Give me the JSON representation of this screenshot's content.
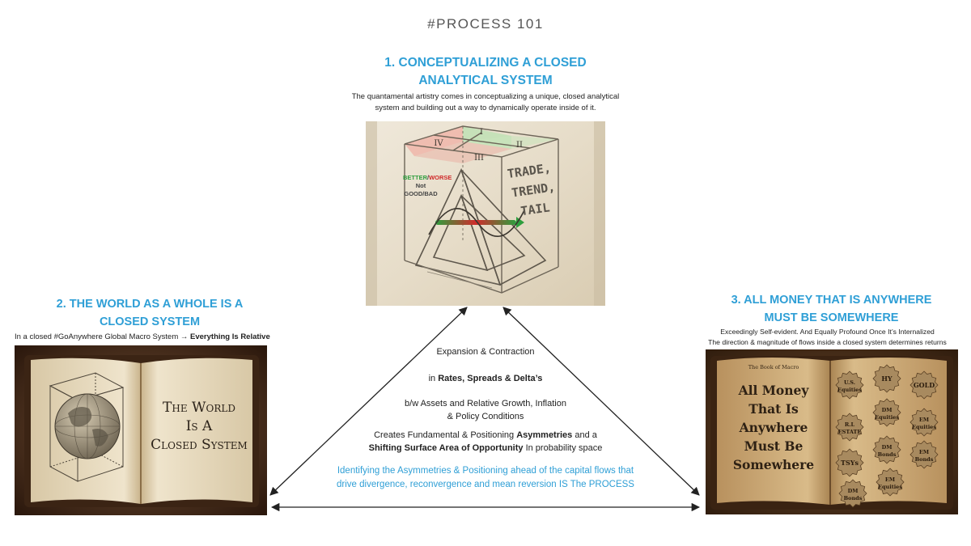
{
  "title": "#PROCESS 101",
  "section1": {
    "heading_line1": "1. CONCEPTUALIZING A CLOSED",
    "heading_line2": "ANALYTICAL SYSTEM",
    "desc_line1": "The quantamental artistry comes in conceptualizing a unique, closed analytical",
    "desc_line2": "system and building out a way to dynamically operate inside of it.",
    "image": {
      "numerals": [
        "I",
        "II",
        "III",
        "IV"
      ],
      "better": "BETTER",
      "slash": "/",
      "worse": "WORSE",
      "not": "Not",
      "goodbad": "GOOD/BAD",
      "side_line1": "TRADE,",
      "side_line2": "TREND,",
      "side_line3": "TAIL"
    }
  },
  "section2": {
    "heading_line1": "2. THE WORLD AS A WHOLE IS A",
    "heading_line2": "CLOSED SYSTEM",
    "desc_prefix": "In a closed #GoAnywhere Global Macro System → ",
    "desc_bold": "Everything Is Relative",
    "image": {
      "line1": "The World",
      "line2": "Is A",
      "line3": "Closed System"
    }
  },
  "section3": {
    "heading_line1": "3. ALL MONEY THAT IS ANYWHERE",
    "heading_line2": "MUST BE SOMEWHERE",
    "desc_line1": "Exceedingly Self-evident. And Equally Profound Once It’s Internalized",
    "desc_line2": "The direction & magnitude of flows inside a closed system determines returns",
    "image": {
      "book_title": "The Book of Macro",
      "left_line1": "All Money",
      "left_line2": "That Is",
      "left_line3": "Anywhere",
      "left_line4": "Must Be",
      "left_line5": "Somewhere",
      "gears": [
        {
          "l1": "U.S.",
          "l2": "Equities"
        },
        {
          "l1": "HY",
          "l2": ""
        },
        {
          "l1": "GOLD",
          "l2": ""
        },
        {
          "l1": "DM",
          "l2": "Equities"
        },
        {
          "l1": "EM",
          "l2": "Equities"
        },
        {
          "l1": "R.L",
          "l2": "ESTATE"
        },
        {
          "l1": "DM",
          "l2": "Bonds"
        },
        {
          "l1": "EM",
          "l2": "Bonds"
        },
        {
          "l1": "TSYs",
          "l2": ""
        },
        {
          "l1": "EM",
          "l2": "Equities"
        },
        {
          "l1": "DM",
          "l2": "Bonds"
        }
      ]
    }
  },
  "center": {
    "line1": "Expansion & Contraction",
    "line2_prefix": "in ",
    "line2_bold": "Rates, Spreads & Delta’s",
    "line3a": "b/w Assets and Relative Growth, Inflation",
    "line3b": "& Policy Conditions",
    "line4_prefix": "Creates Fundamental & Positioning ",
    "line4_bold1": "Asymmetries",
    "line4_mid": " and a",
    "line4_bold2": "Shifting Surface Area of Opportunity",
    "line4_suffix": " In probability space",
    "line5a": "Identifying the Asymmetries & Positioning ahead of the capital flows that",
    "line5b": "drive divergence, reconvergence and mean reversion IS The PROCESS"
  },
  "colors": {
    "accent_blue": "#2f9fd6",
    "better_green": "#2e9e3e",
    "worse_red": "#d02b2b",
    "parchment": "#e8dcc2",
    "leather": "#4a2e1a"
  }
}
